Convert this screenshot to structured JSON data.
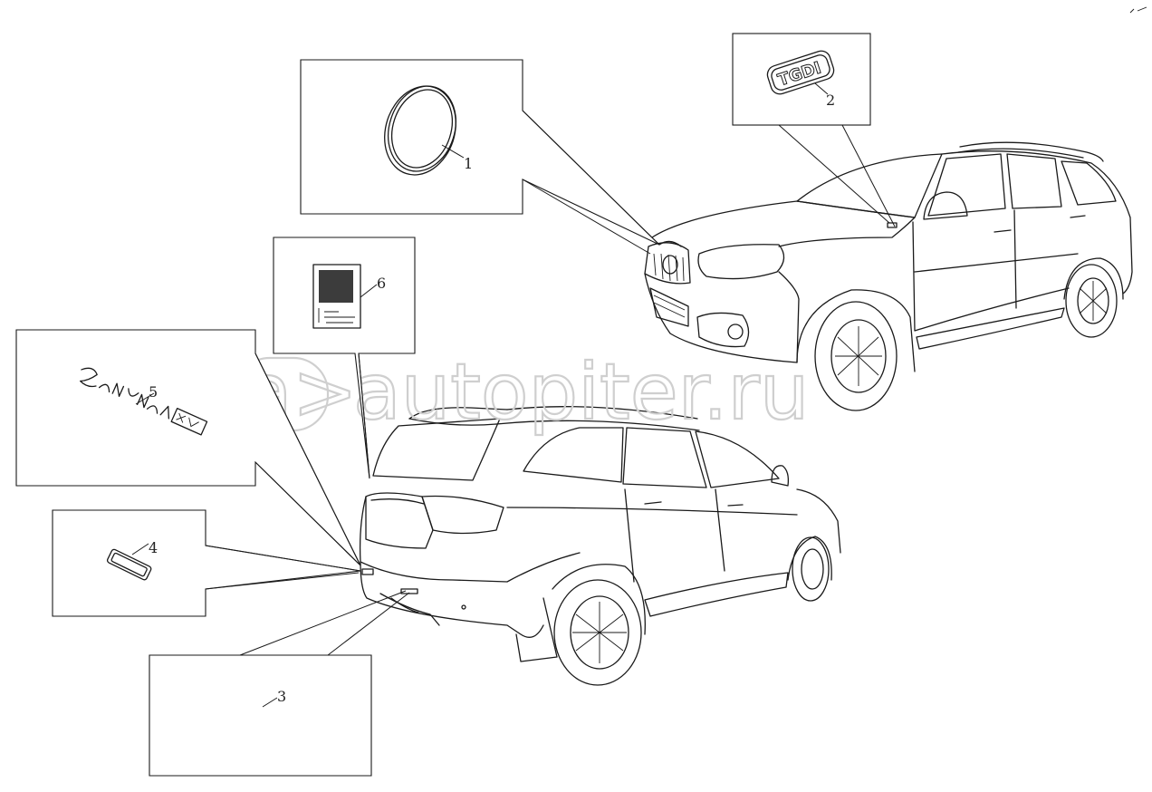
{
  "watermark": {
    "text": "autopiter.ru",
    "mark": "a>"
  },
  "callouts": {
    "c1": "1",
    "c2": "2",
    "c3": "3",
    "c4": "4",
    "c5": "5",
    "c6": "6"
  },
  "badges": {
    "tgdi": "TGDI"
  }
}
